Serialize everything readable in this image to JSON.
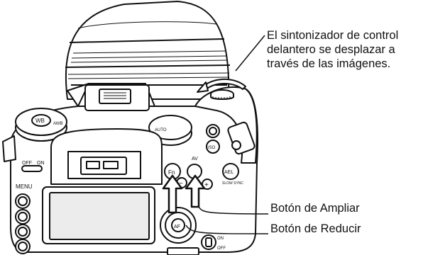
{
  "callouts": {
    "front_dial": "El sintonizador de control\ndelantero se desplazar a\ntravés de las imágenes.",
    "zoom_in": "Botón de Ampliar",
    "zoom_out": "Botón de Reducir"
  },
  "camera_markings": {
    "menu": "MENU",
    "off": "OFF",
    "on": "ON",
    "fn": "Fn",
    "av": "AV",
    "ael": "AEL",
    "slow_sync": "SLOW SYNC",
    "af": "AF",
    "iso": "ISO",
    "wb": "WB",
    "auto": "AUTO",
    "awb": "AWB",
    "minus": "−",
    "plus": "+"
  },
  "colors": {
    "line": "#111111",
    "fill": "#ffffff",
    "screen": "#ececec"
  },
  "icons": [
    "up-arrow-icon",
    "camera-illustration"
  ]
}
